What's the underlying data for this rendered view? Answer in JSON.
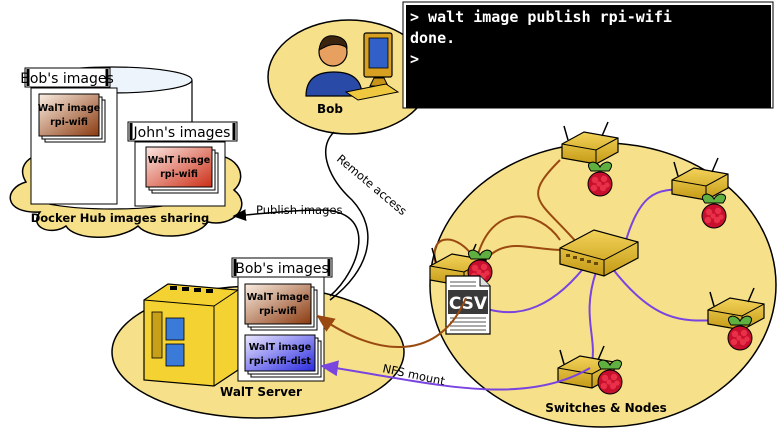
{
  "terminal": {
    "line1": "> walt image publish rpi-wifi",
    "line2": "done.",
    "line3": ">"
  },
  "bob": {
    "label": "Bob"
  },
  "hub": {
    "label": "Docker Hub images sharing",
    "bob_header": "Bob's images",
    "bob_card_title": "WalT image",
    "bob_card_sub": "rpi-wifi",
    "john_header": "John's images",
    "john_card_title": "WalT image",
    "john_card_sub": "rpi-wifi"
  },
  "server": {
    "label": "WalT Server",
    "images_header": "Bob's images",
    "card1_title": "WalT image",
    "card1_sub": "rpi-wifi",
    "card2_title": "WalT image",
    "card2_sub": "rpi-wifi-dist"
  },
  "network": {
    "label": "Switches & Nodes",
    "csv_label": "CSV"
  },
  "arrows": {
    "remote_access": "Remote access",
    "publish_images": "Publish images",
    "nfs_mount": "NFS mount"
  },
  "colors": {
    "yellow_fill": "#f6e08a",
    "brown_link": "#9a4a10",
    "purple_link": "#7a44e0"
  }
}
